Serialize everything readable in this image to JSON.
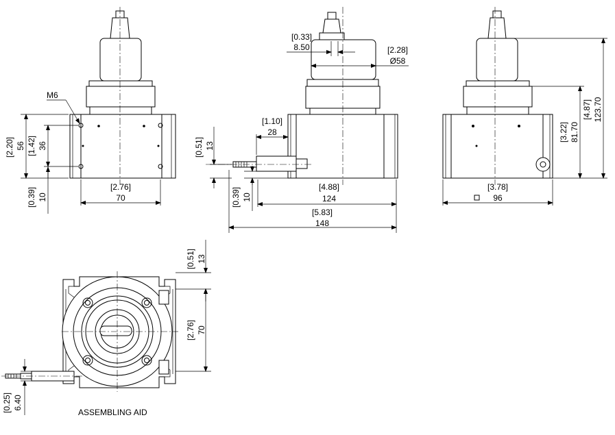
{
  "drawing": {
    "view_front": {
      "thread_label": "M6",
      "height_in": "[2.20]",
      "height_mm": "56",
      "holes_in": "[1.42]",
      "holes_mm": "36",
      "base_in": "[0.39]",
      "base_mm": "10",
      "width_in": "[2.76]",
      "width_mm": "70"
    },
    "view_side": {
      "flat_in": "[0.33]",
      "flat_mm": "8.50",
      "dia_in": "[2.28]",
      "dia_mm": "Ø58",
      "conn_in": "[1.10]",
      "conn_mm": "28",
      "conn_h_in": "[0.51]",
      "conn_h_mm": "13",
      "base_in": "[0.39]",
      "base_mm": "10",
      "body_in": "[4.88]",
      "body_mm": "124",
      "total_in": "[5.83]",
      "total_mm": "148"
    },
    "view_back": {
      "housing_in": "[3.22]",
      "housing_mm": "81.70",
      "total_h_in": "[4.87]",
      "total_h_mm": "123.70",
      "width_in": "[3.78]",
      "width_mm": "96"
    },
    "view_bottom": {
      "top_in": "[0.51]",
      "top_mm": "13",
      "span_in": "[2.76]",
      "span_mm": "70",
      "offset_in": "[0.25]",
      "offset_mm": "6.40",
      "caption": "ASSEMBLING AID"
    }
  }
}
